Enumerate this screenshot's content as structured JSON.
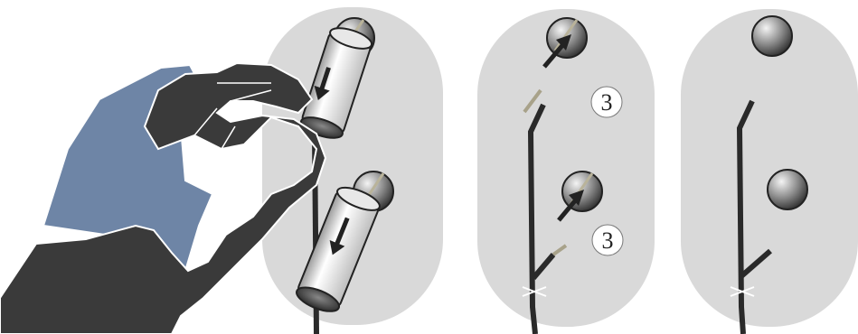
{
  "colors": {
    "background": "#ffffff",
    "panel": "#d9d9d9",
    "glove_cuff": "#6e85a6",
    "glove": "#3a3a3a",
    "wire": "#2a2a2a",
    "tube": "#f2f2f2",
    "arrow": "#222222"
  },
  "panels": [
    {
      "name": "step-panel-1",
      "description_icons": [
        "glove-hand-icon",
        "tube-icon",
        "tube-icon",
        "hole-icon",
        "hole-icon",
        "arrow-down-icon",
        "arrow-down-icon"
      ]
    },
    {
      "name": "step-panel-2",
      "labels": [
        "3",
        "3"
      ],
      "description_icons": [
        "hole-icon",
        "hole-icon",
        "arrow-up-icon",
        "arrow-up-icon",
        "wire-icon"
      ]
    },
    {
      "name": "step-panel-3",
      "description_icons": [
        "hole-icon",
        "hole-icon",
        "wire-icon"
      ]
    }
  ]
}
